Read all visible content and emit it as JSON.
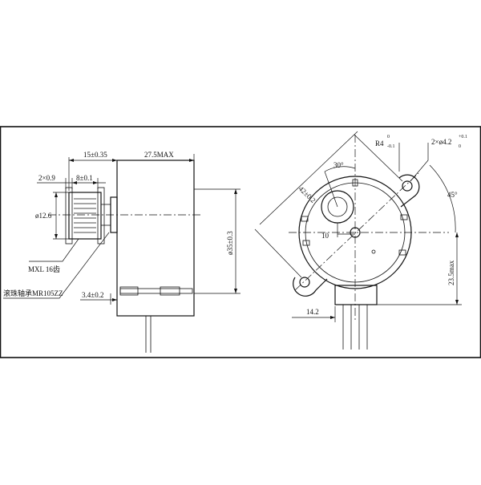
{
  "side_view": {
    "dim_shaft_len": "15±0.35",
    "dim_body_len": "27.5MAX",
    "dim_tooth_width": "2×0.9",
    "dim_pulley_width": "8±0.1",
    "dim_pulley_dia": "ø12.6",
    "dim_body_dia": "ø35±0.3",
    "dim_boss": "3.4±0.2",
    "label_pulley": "MXL 16齿",
    "label_bearing": "滚珠轴承MR105ZZ"
  },
  "front_view": {
    "dim_radius": "R4",
    "dim_radius_tol_upper": "0",
    "dim_radius_tol_lower": "-0.1",
    "dim_holes": "2×ø4.2",
    "dim_holes_tol_upper": "+0.1",
    "dim_holes_tol_lower": "0",
    "dim_angle_30": "30°",
    "dim_angle_45": "45°",
    "dim_hole_spacing": "42±0.2",
    "dim_offset": "10",
    "dim_height": "23.5max",
    "dim_connector": "14.2"
  }
}
